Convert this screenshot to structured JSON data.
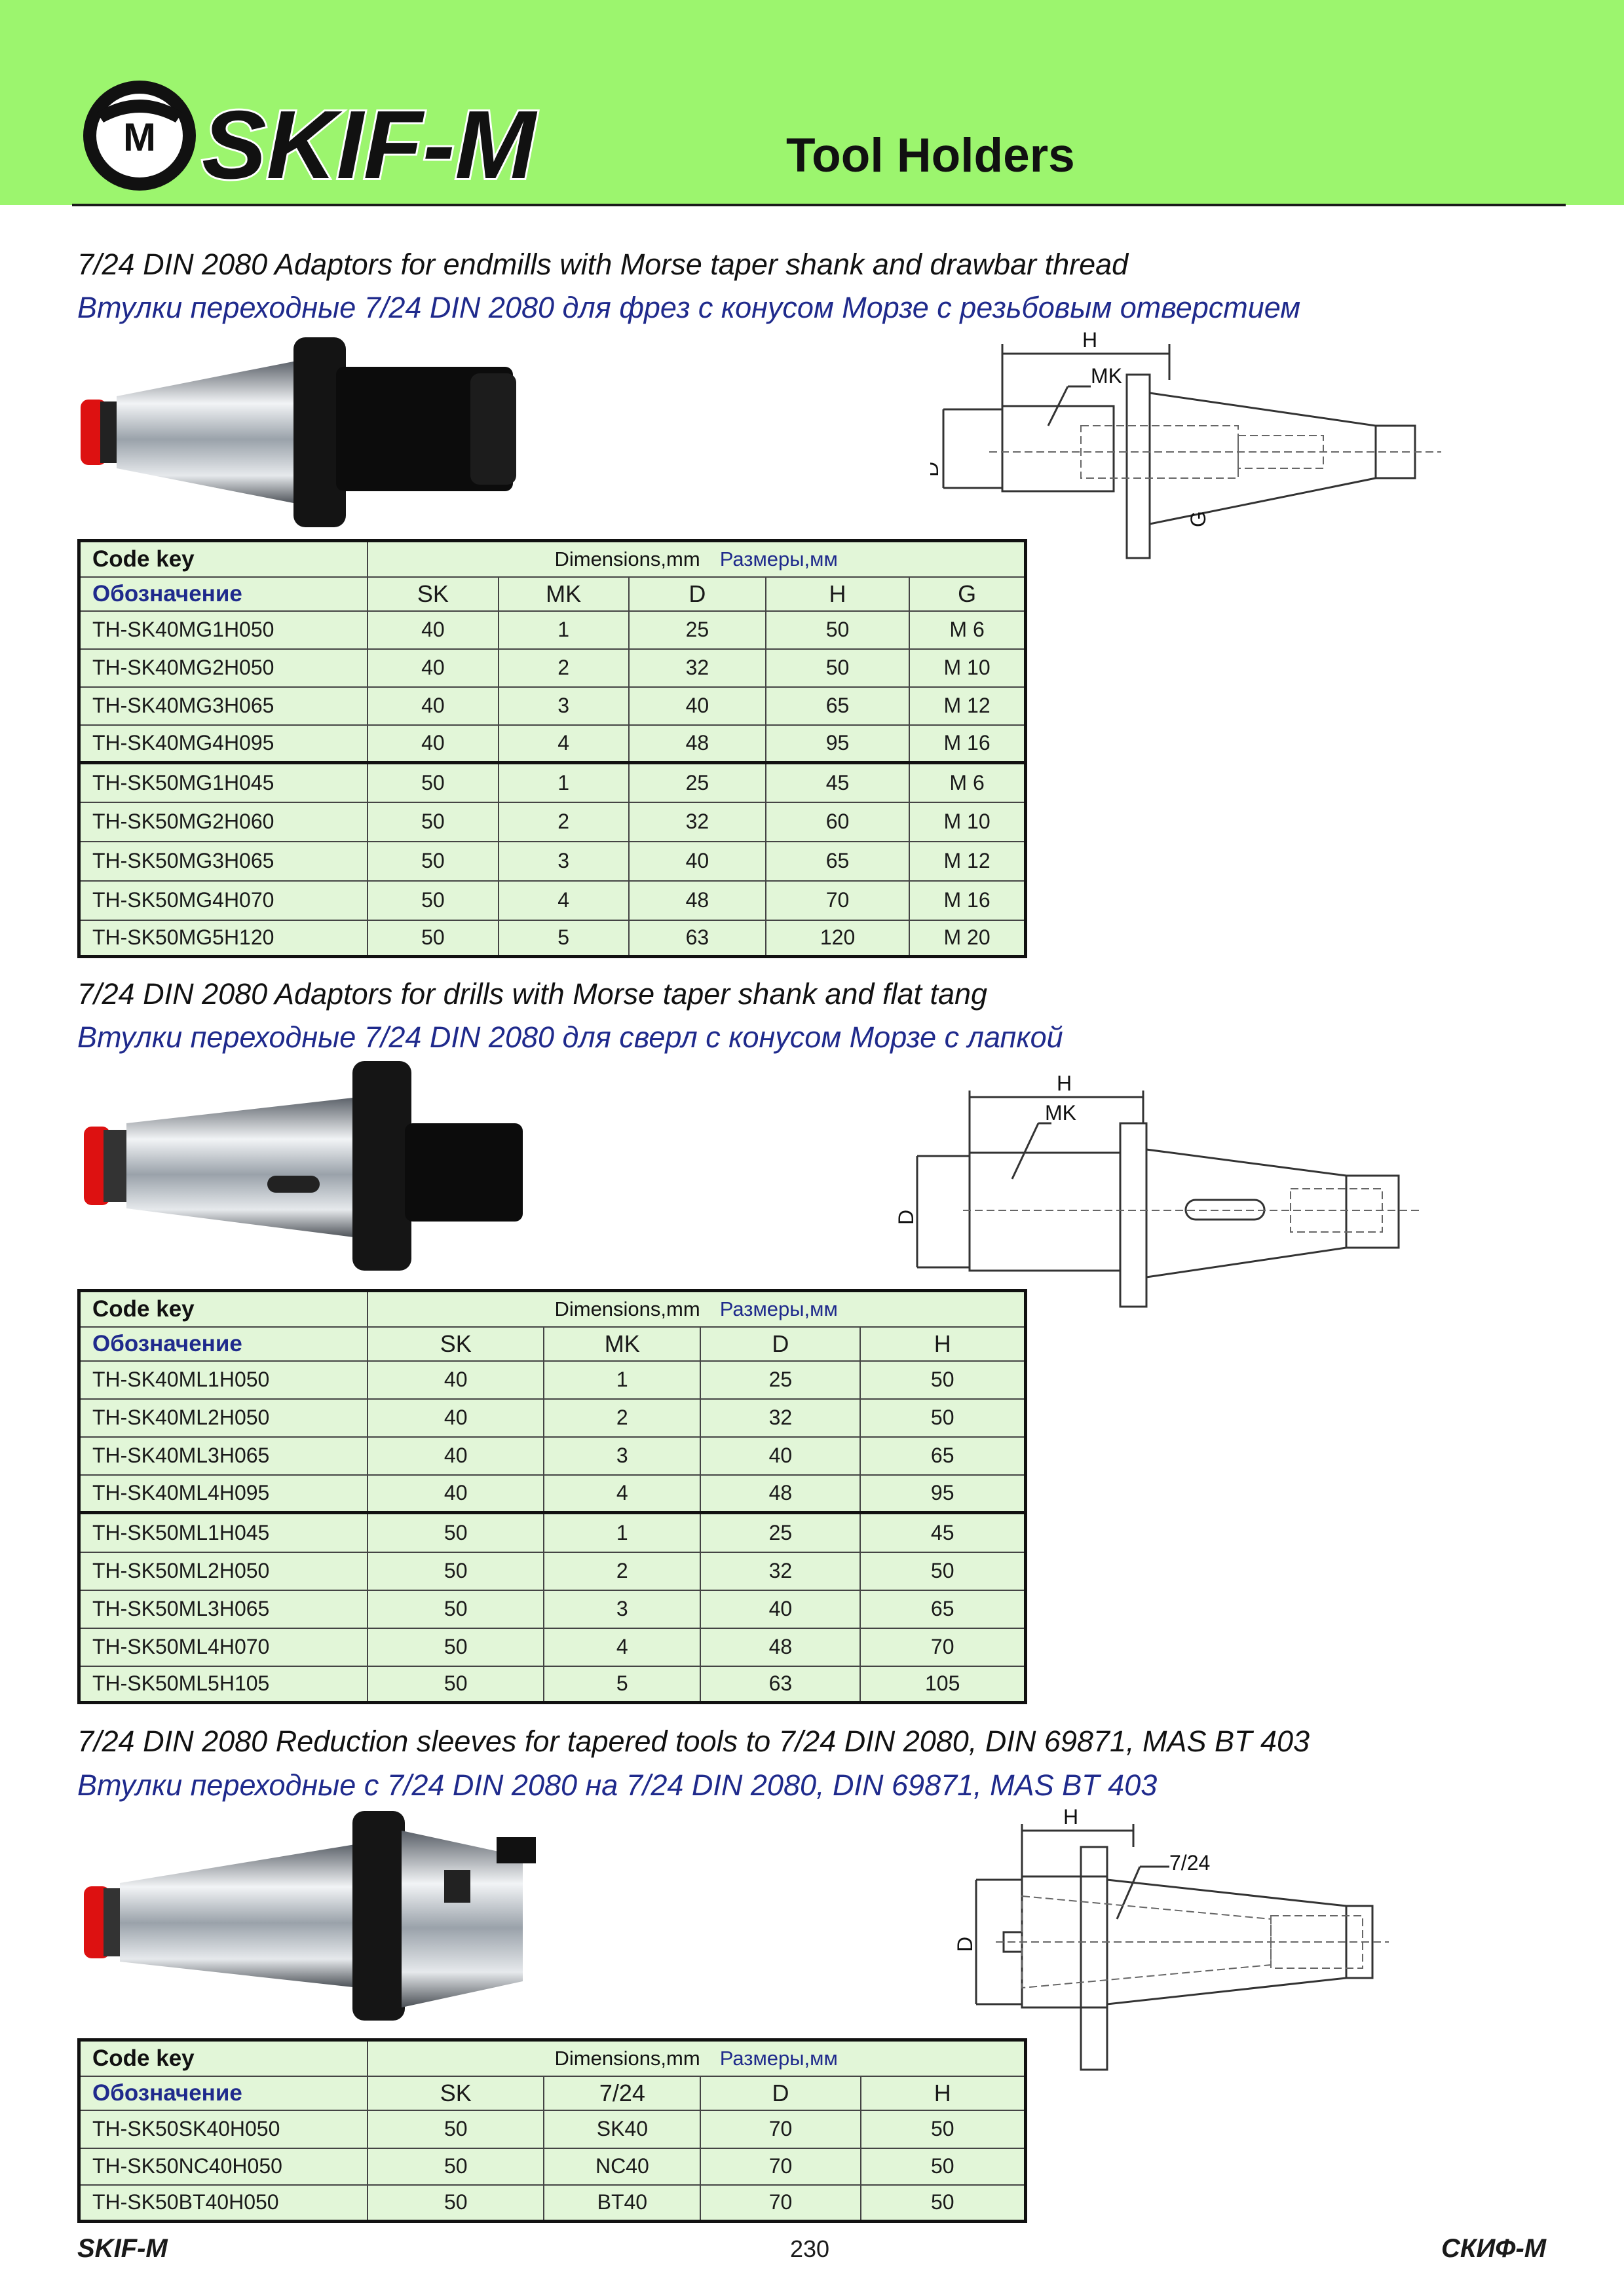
{
  "header": {
    "brand": "SKIF-M",
    "logo_letter": "M",
    "title": "Tool Holders"
  },
  "section1": {
    "title_en": "7/24 DIN 2080 Adaptors for endmills with Morse taper shank and drawbar  thread",
    "title_ru": "Втулки переходные 7/24 DIN 2080 для фрез с конусом Морзе с резьбовым отверстием",
    "drawing_labels": {
      "h": "H",
      "mk": "MK",
      "d": "D",
      "g": "G"
    },
    "table": {
      "code_key": "Code key",
      "code_key_ru": "Обозначение",
      "dims_en": "Dimensions,mm",
      "dims_ru": "Размеры,мм",
      "columns": [
        "SK",
        "MK",
        "D",
        "H",
        "G"
      ],
      "rows": [
        [
          "TH-SK40MG1H050",
          "40",
          "1",
          "25",
          "50",
          "M 6"
        ],
        [
          "TH-SK40MG2H050",
          "40",
          "2",
          "32",
          "50",
          "M 10"
        ],
        [
          "TH-SK40MG3H065",
          "40",
          "3",
          "40",
          "65",
          "M 12"
        ],
        [
          "TH-SK40MG4H095",
          "40",
          "4",
          "48",
          "95",
          "M 16"
        ],
        [
          "TH-SK50MG1H045",
          "50",
          "1",
          "25",
          "45",
          "M 6"
        ],
        [
          "TH-SK50MG2H060",
          "50",
          "2",
          "32",
          "60",
          "M 10"
        ],
        [
          "TH-SK50MG3H065",
          "50",
          "3",
          "40",
          "65",
          "M 12"
        ],
        [
          "TH-SK50MG4H070",
          "50",
          "4",
          "48",
          "70",
          "M 16"
        ],
        [
          "TH-SK50MG5H120",
          "50",
          "5",
          "63",
          "120",
          "M 20"
        ]
      ]
    }
  },
  "section2": {
    "title_en": "7/24 DIN 2080 Adaptors for drills with Morse taper shank and flat tang",
    "title_ru": "Втулки переходные 7/24 DIN 2080 для сверл с конусом Морзе с лапкой",
    "drawing_labels": {
      "h": "H",
      "mk": "MK",
      "d": "D"
    },
    "table": {
      "code_key": "Code key",
      "code_key_ru": "Обозначение",
      "dims_en": "Dimensions,mm",
      "dims_ru": "Размеры,мм",
      "columns": [
        "SK",
        "MK",
        "D",
        "H"
      ],
      "rows": [
        [
          "TH-SK40ML1H050",
          "40",
          "1",
          "25",
          "50"
        ],
        [
          "TH-SK40ML2H050",
          "40",
          "2",
          "32",
          "50"
        ],
        [
          "TH-SK40ML3H065",
          "40",
          "3",
          "40",
          "65"
        ],
        [
          "TH-SK40ML4H095",
          "40",
          "4",
          "48",
          "95"
        ],
        [
          "TH-SK50ML1H045",
          "50",
          "1",
          "25",
          "45"
        ],
        [
          "TH-SK50ML2H050",
          "50",
          "2",
          "32",
          "50"
        ],
        [
          "TH-SK50ML3H065",
          "50",
          "3",
          "40",
          "65"
        ],
        [
          "TH-SK50ML4H070",
          "50",
          "4",
          "48",
          "70"
        ],
        [
          "TH-SK50ML5H105",
          "50",
          "5",
          "63",
          "105"
        ]
      ]
    }
  },
  "section3": {
    "title_en": "7/24 DIN 2080 Reduction sleeves for tapered tools to 7/24 DIN 2080, DIN 69871, MAS BT 403",
    "title_ru": "Втулки переходные с 7/24 DIN 2080 на 7/24 DIN 2080, DIN 69871, MAS BT 403",
    "drawing_labels": {
      "h": "H",
      "taper": "7/24",
      "d": "D"
    },
    "table": {
      "code_key": "Code key",
      "code_key_ru": "Обозначение",
      "dims_en": "Dimensions,mm",
      "dims_ru": "Размеры,мм",
      "columns": [
        "SK",
        "7/24",
        "D",
        "H"
      ],
      "rows": [
        [
          "TH-SK50SK40H050",
          "50",
          "SK40",
          "70",
          "50"
        ],
        [
          "TH-SK50NC40H050",
          "50",
          "NC40",
          "70",
          "50"
        ],
        [
          "TH-SK50BT40H050",
          "50",
          "BT40",
          "70",
          "50"
        ]
      ]
    }
  },
  "footer": {
    "left": "SKIF-M",
    "page": "230",
    "right": "СКИФ-М"
  },
  "colors": {
    "header_green": "#9cf56e",
    "table_green": "#e2f6d8",
    "russian_blue": "#1f2a8c",
    "red_ring": "#e02020"
  }
}
